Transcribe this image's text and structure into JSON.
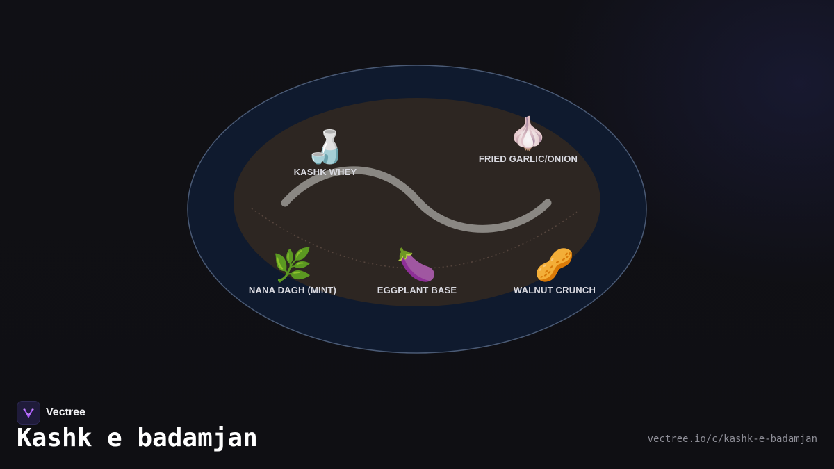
{
  "brand": {
    "name": "Vectree",
    "logo_icon": "vectree-logo-icon",
    "accent_color": "#a855f7"
  },
  "title": "Kashk e badamjan",
  "url": "vectree.io/c/kashk-e-badamjan",
  "ingredients": [
    {
      "emoji": "🍶",
      "label": "KASHK WHEY",
      "icon": "sake-bottle-icon"
    },
    {
      "emoji": "🧄",
      "label": "FRIED GARLIC/ONION",
      "icon": "garlic-icon"
    },
    {
      "emoji": "🌿",
      "label": "NANA DAGH (MINT)",
      "icon": "herb-icon"
    },
    {
      "emoji": "🍆",
      "label": "EGGPLANT BASE",
      "icon": "eggplant-icon"
    },
    {
      "emoji": "🥜",
      "label": "WALNUT CRUNCH",
      "icon": "peanut-icon"
    }
  ],
  "colors": {
    "plate_rim": "#0f1a2e",
    "plate_center": "#2d2622",
    "swirl": "#8a8783"
  }
}
